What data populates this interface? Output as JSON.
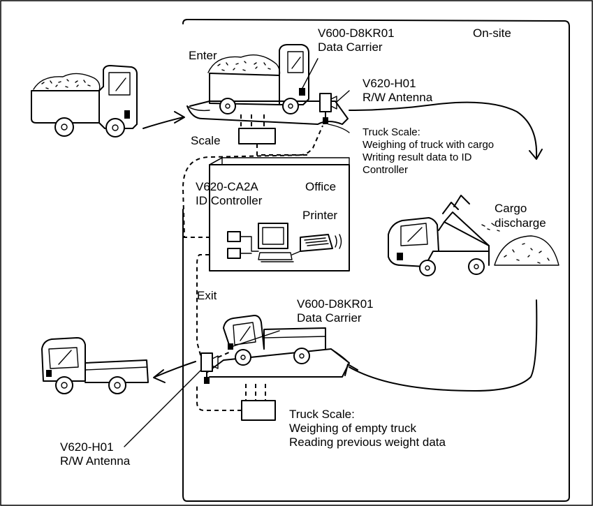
{
  "labels": {
    "enter": "Enter",
    "on_site": "On-site",
    "carrier_top_model": "V600-D8KR01",
    "carrier_top_name": "Data Carrier",
    "antenna_top_model": "V620-H01",
    "antenna_top_name": "R/W Antenna",
    "scale": "Scale",
    "truck_scale_in_title": "Truck Scale:",
    "truck_scale_in_line1": "Weighing of truck with cargo",
    "truck_scale_in_line2": "Writing result data to ID",
    "truck_scale_in_line3": "Controller",
    "controller_model": "V620-CA2A",
    "controller_name": "ID Controller",
    "office": "Office",
    "printer": "Printer",
    "cargo_line1": "Cargo",
    "cargo_line2": "discharge",
    "exit": "Exit",
    "carrier_bottom_model": "V600-D8KR01",
    "carrier_bottom_name": "Data Carrier",
    "antenna_bottom_model": "V620-H01",
    "antenna_bottom_name": "R/W Antenna",
    "truck_scale_out_title": "Truck Scale:",
    "truck_scale_out_line1": "Weighing of empty truck",
    "truck_scale_out_line2": "Reading previous weight data"
  }
}
